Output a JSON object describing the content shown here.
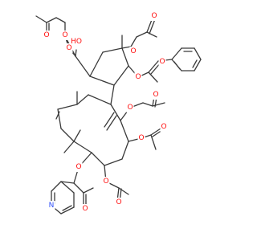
{
  "molecule": {
    "atom_labels": {
      "oxygen": "O",
      "hydroxyl": "HO",
      "nitrogen": "N"
    },
    "substituents": [
      "acetyloxy",
      "benzoyloxy",
      "nicotinoyloxy",
      "hydroxy"
    ]
  },
  "colors": {
    "bond": "#3a3a3a",
    "oxygen": "#ff0d0d",
    "nitrogen": "#3050f8",
    "background": "#ffffff"
  }
}
